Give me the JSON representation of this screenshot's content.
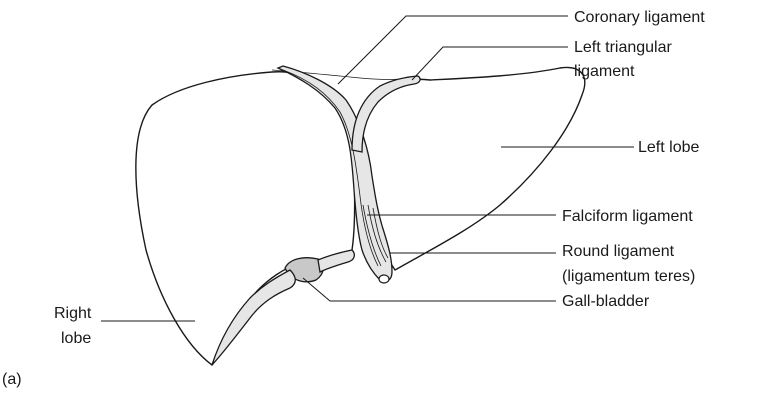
{
  "labels": {
    "coronary": "Coronary ligament",
    "left_triangular_1": "Left triangular",
    "left_triangular_2": "ligament",
    "left_lobe": "Left lobe",
    "falciform": "Falciform ligament",
    "round_1": "Round ligament",
    "round_2": "(ligamentum teres)",
    "gall_bladder": "Gall-bladder",
    "right_lobe_1": "Right",
    "right_lobe_2": "lobe"
  },
  "figure_label": "(a)",
  "colors": {
    "stroke": "#1a1a1a",
    "gall_bladder_fill": "#c8c8c8",
    "ligament_fill": "#e6e6e6"
  }
}
